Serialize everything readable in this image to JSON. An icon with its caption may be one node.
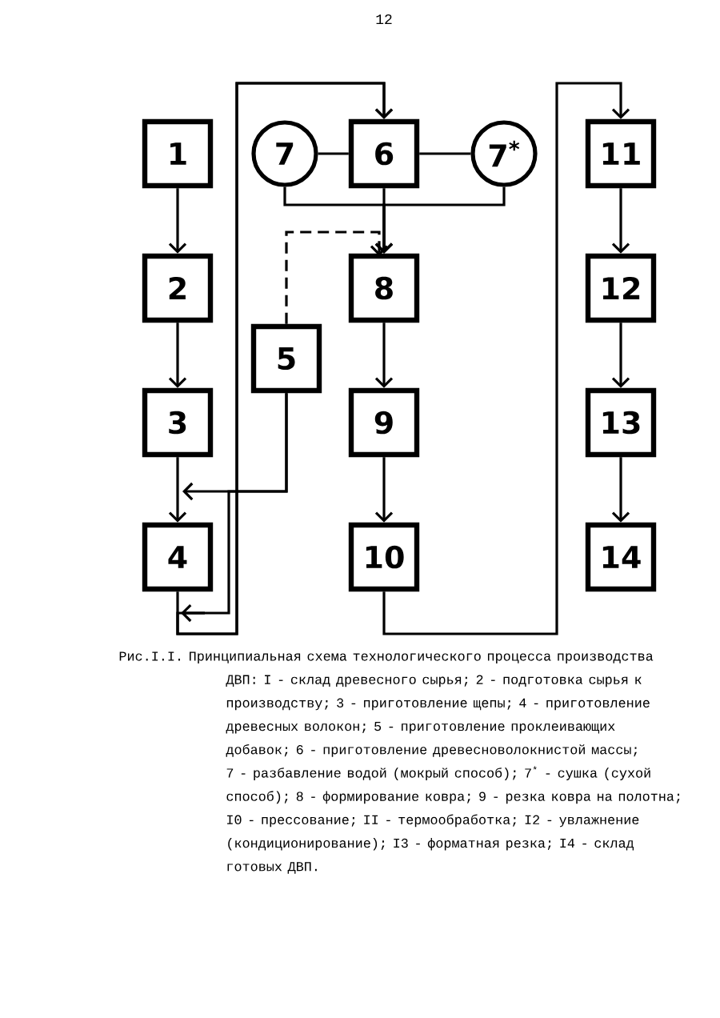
{
  "diagram": {
    "caption": "Рис.I.I. Принципиальная схема технологического процесса производства ДВП: I - склад древесного сырья; 2 - подготовка сырья к производству; 3 - приготовление щепы; 4 - приготовление древесных волокон; 5 - приготовление проклеивающих добавок; 6 - приготовление древесноволокнистой массы; 7 - разбавление водой (мокрый способ); 7$^{*}$ - сушка (сухой способ); 8 - формирование ковра; 9 - резка ковра на полотна; I0 - прессование; II - термообработка; I2 - увлажнение (кондиционирование); I3 - форматная резка; I4 - склад готовых ДВП.",
    "nodes": [
      {
        "text": [
          "1"
        ]
      },
      {
        "text": [
          "7"
        ]
      },
      {
        "text": [
          "6"
        ]
      },
      {
        "text": [
          "7$^{*}$"
        ]
      },
      {
        "text": [
          "11"
        ]
      },
      {
        "text": [
          "2"
        ]
      },
      {
        "text": [
          "8"
        ]
      },
      {
        "text": [
          "12"
        ]
      },
      {
        "text": [
          "5"
        ]
      },
      {
        "text": [
          "3"
        ]
      },
      {
        "text": [
          "9"
        ]
      },
      {
        "text": [
          "13"
        ]
      },
      {
        "text": [
          "4"
        ]
      },
      {
        "text": [
          "10"
        ]
      },
      {
        "text": [
          "14"
        ]
      }
    ],
    "edges": [
      {
        "from": 0,
        "to": 5,
        "arrow": "to"
      },
      {
        "from": 5,
        "to": 9,
        "arrow": "to"
      },
      {
        "from": 9,
        "to": 12,
        "arrow": "to"
      },
      {
        "from": 1,
        "to": 2,
        "arrow": "none"
      },
      {
        "from": 2,
        "to": 3,
        "arrow": "none"
      },
      {
        "from": 2,
        "to": 6,
        "arrow": "to"
      },
      {
        "from": 6,
        "to": 10,
        "arrow": "to"
      },
      {
        "from": 10,
        "to": 13,
        "arrow": "to"
      },
      {
        "from": 1,
        "to": 6,
        "arrow": "to"
      },
      {
        "from": 3,
        "to": 6,
        "arrow": "to"
      },
      {
        "from": 8,
        "to": 6,
        "arrow": "to",
        "style": "dashed"
      },
      {
        "from": 8,
        "to": 12,
        "arrow": "to"
      },
      {
        "from": 8,
        "to": 2,
        "arrow": "to"
      },
      {
        "from": 12,
        "to": 2,
        "arrow": "to"
      },
      {
        "from": 13,
        "to": 4,
        "arrow": "to"
      },
      {
        "from": 4,
        "to": 7,
        "arrow": "to"
      },
      {
        "from": 7,
        "to": 11,
        "arrow": "to"
      },
      {
        "from": 11,
        "to": 14,
        "arrow": "to"
      }
    ],
    "labels": [
      "12"
    ]
  }
}
